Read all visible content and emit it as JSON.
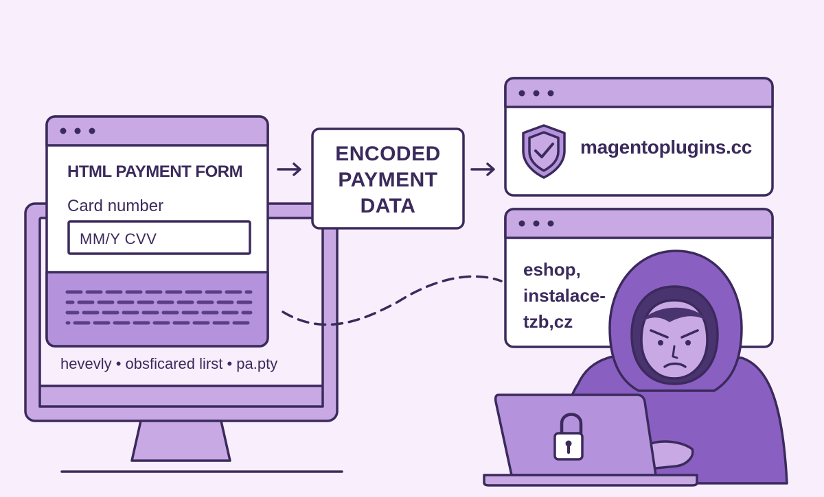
{
  "form": {
    "title": "HTML PAYMENT FORM",
    "card_label": "Card number",
    "input_value": "MM/Y CVV"
  },
  "monitor": {
    "caption": "hevevly • obsficared lirst • pa.pty"
  },
  "encoded": {
    "lines": [
      "ENCODED",
      "PAYMENT",
      "DATA"
    ]
  },
  "target_site": {
    "domain": "magentoplugins.cc",
    "icon": "shield-check-icon"
  },
  "victim_site": {
    "lines": [
      "eshop,",
      "instalace-",
      "tzb,cz"
    ]
  },
  "attacker": {
    "icon": "hooded-hacker-icon",
    "laptop_icon": "padlock-icon"
  },
  "colors": {
    "background": "#f9eefb",
    "stroke": "#3b2a5c",
    "purple_light": "#c9a9e4",
    "purple_mid": "#b592dc",
    "purple_dark": "#7f54b7",
    "white": "#ffffff"
  }
}
